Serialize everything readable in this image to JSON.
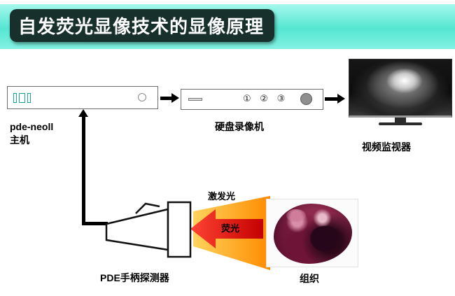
{
  "slide": {
    "title": "自发荧光显像技术的显像原理"
  },
  "main_unit": {
    "label_line1": "pde-neoll",
    "label_line2": "主机"
  },
  "recorder": {
    "label": "硬盘录像机",
    "buttons": [
      "①",
      "②",
      "③"
    ]
  },
  "monitor": {
    "label": "视频监视器"
  },
  "probe": {
    "label": "PDE手柄探测器"
  },
  "tissue": {
    "label": "组织"
  },
  "excitation": {
    "label": "激发光",
    "color_light": "#FFD35C",
    "color_deep": "#FF8A00"
  },
  "fluorescence": {
    "label": "荧光",
    "color_light": "#FF4433",
    "color_deep": "#C40000"
  },
  "colors": {
    "banner": "#55E6D2",
    "title_background": "#17302B"
  }
}
